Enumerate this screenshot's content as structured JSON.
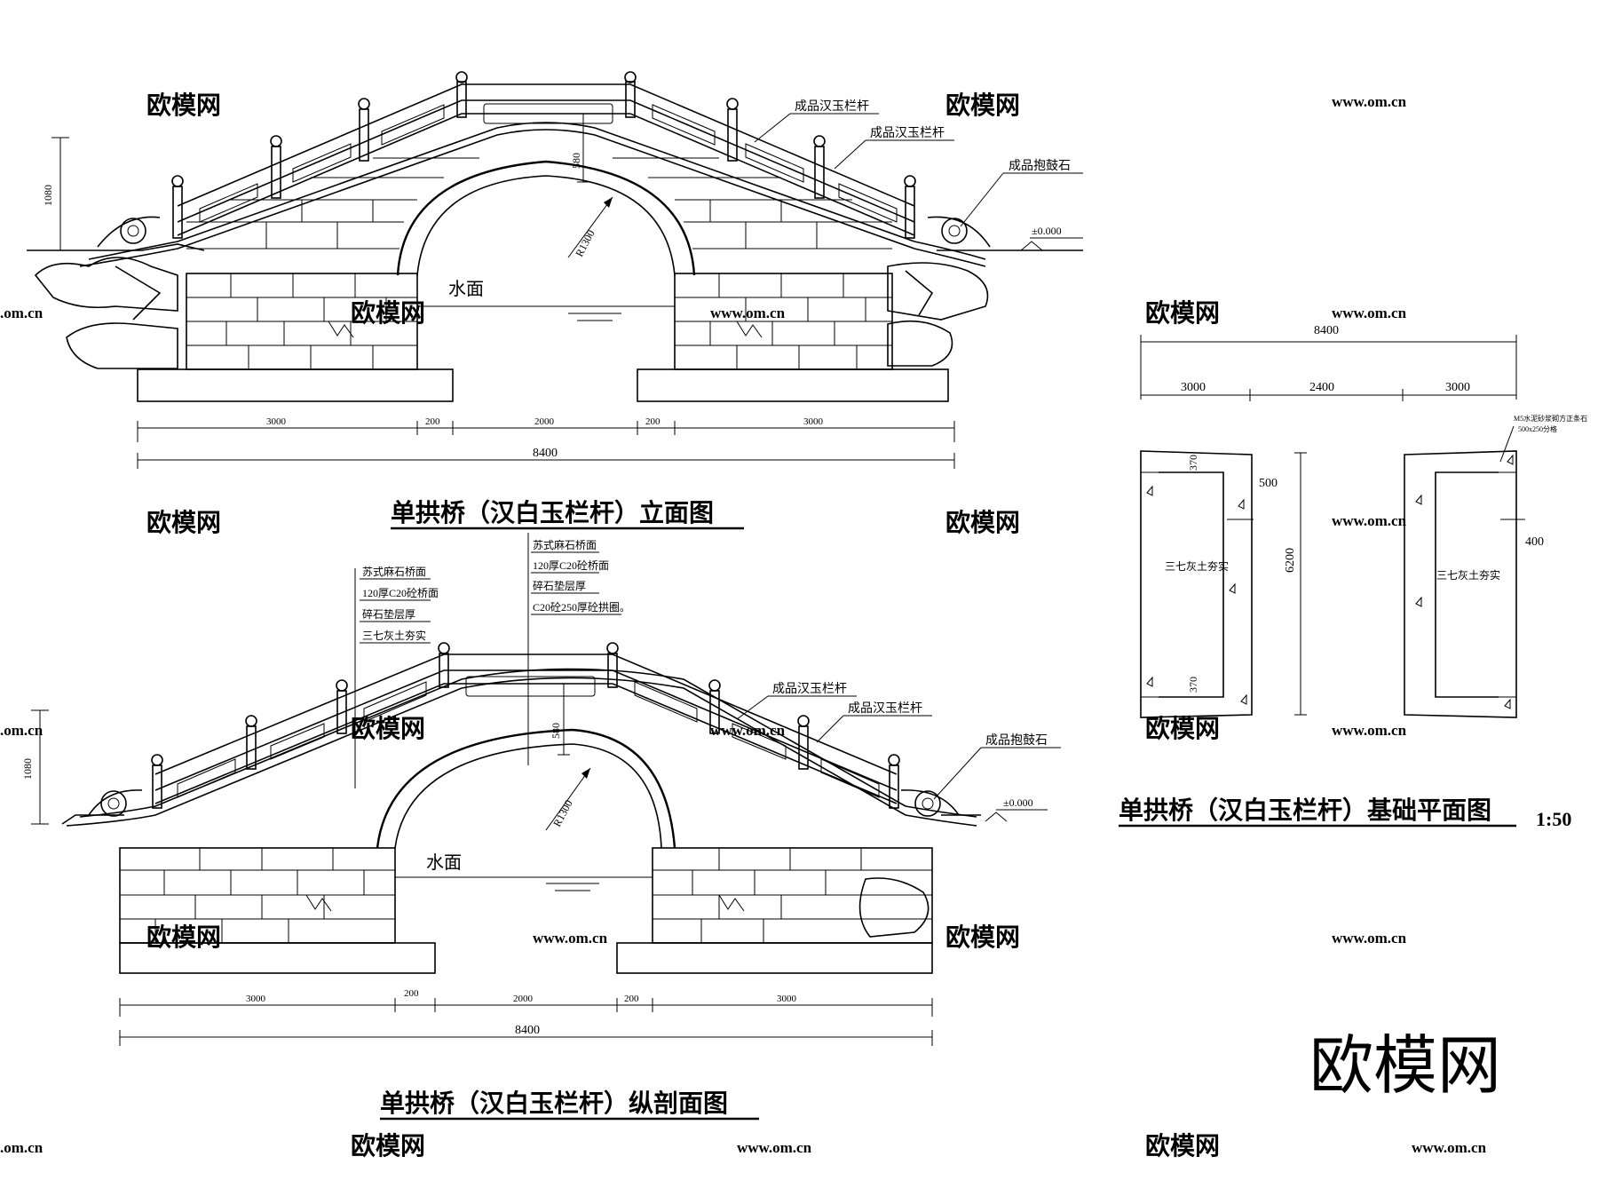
{
  "watermark": {
    "brand": "欧模网",
    "url": "www.om.cn",
    "partial": ".om.cn"
  },
  "elevation": {
    "title": "单拱桥（汉白玉栏杆）立面图",
    "height_label": "1080",
    "arch_rise": "580",
    "radius": "R1300",
    "water": "水面",
    "level": "±0.000",
    "callouts": [
      "成品汉玉栏杆",
      "成品汉玉栏杆",
      "成品抱鼓石"
    ],
    "dims": [
      "3000",
      "200",
      "2000",
      "200",
      "3000"
    ],
    "total": "8400"
  },
  "section": {
    "title": "单拱桥（汉白玉栏杆）纵剖面图",
    "height_label": "1080",
    "arch_rise": "580",
    "radius": "R1300",
    "water": "水面",
    "level": "±0.000",
    "layers_left": [
      "苏式麻石桥面",
      "120厚C20砼桥面",
      "碎石垫层厚",
      "三七灰土夯实"
    ],
    "layers_right": [
      "苏式麻石桥面",
      "120厚C20砼桥面",
      "碎石垫层厚",
      "C20砼250厚砼拱圈。"
    ],
    "callouts": [
      "成品汉玉栏杆",
      "成品汉玉栏杆",
      "成品抱鼓石"
    ],
    "dims": [
      "3000",
      "200",
      "2000",
      "200",
      "3000"
    ],
    "total": "8400"
  },
  "foundation": {
    "title": "单拱桥（汉白玉栏杆）基础平面图",
    "scale": "1:50",
    "total": "8400",
    "dims": [
      "3000",
      "2400",
      "3000"
    ],
    "left_top": "370",
    "left_bottom": "370",
    "inner_width": "500",
    "height": "6200",
    "right_offset": "400",
    "fill_left": "三七灰土夯实",
    "fill_right": "三七灰土夯实",
    "note_line1": "M5水泥砂浆砌方正条石",
    "note_line2": "500x250分格"
  },
  "logo": {
    "text": "欧模网"
  }
}
